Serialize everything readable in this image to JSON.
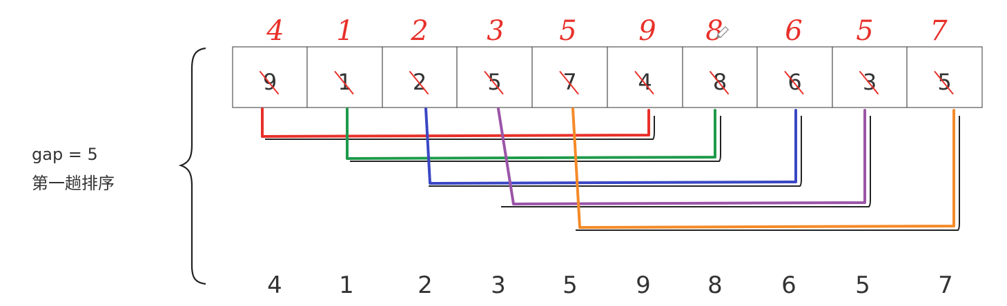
{
  "label": {
    "gap": "gap = 5",
    "pass": "第一趟排序"
  },
  "array": {
    "original": [
      9,
      1,
      2,
      5,
      7,
      4,
      8,
      6,
      3,
      5
    ],
    "handwritten": [
      4,
      1,
      2,
      3,
      5,
      9,
      8,
      6,
      5,
      7
    ],
    "crossed_out": [
      true,
      true,
      true,
      true,
      true,
      true,
      true,
      true,
      true,
      true
    ]
  },
  "result": [
    4,
    1,
    2,
    3,
    5,
    9,
    8,
    6,
    5,
    7
  ],
  "groups": [
    {
      "name": "group-1",
      "indices": [
        0,
        5
      ],
      "color": "#e8302a"
    },
    {
      "name": "group-2",
      "indices": [
        1,
        6
      ],
      "color": "#1f9a4b"
    },
    {
      "name": "group-3",
      "indices": [
        2,
        7
      ],
      "color": "#3a47c4"
    },
    {
      "name": "group-4",
      "indices": [
        3,
        8
      ],
      "color": "#9b54a8"
    },
    {
      "name": "group-5",
      "indices": [
        4,
        9
      ],
      "color": "#f58a28"
    }
  ],
  "icons": {
    "pencil": "pencil-icon"
  }
}
